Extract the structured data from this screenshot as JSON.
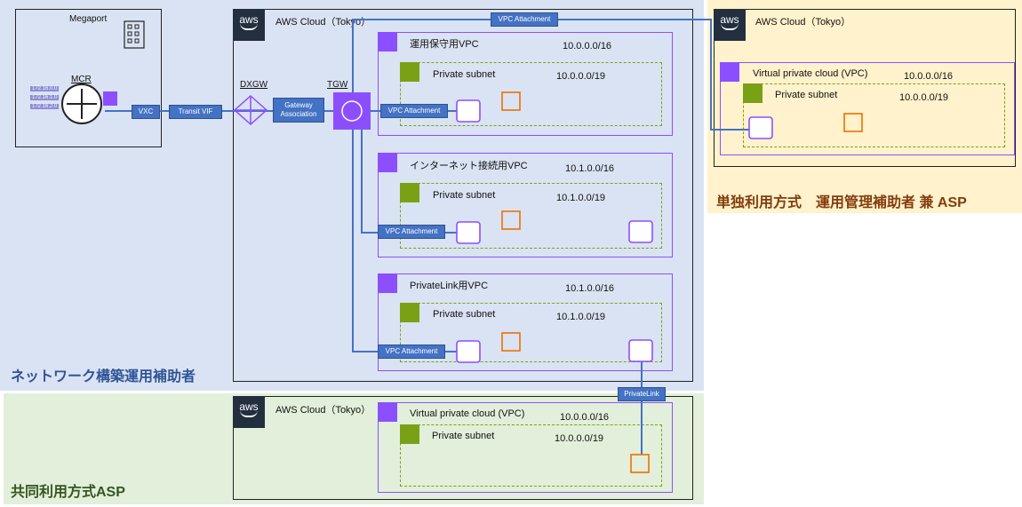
{
  "regions": {
    "network": "ネットワーク構築運用補助者",
    "shared": "共同利用方式ASP",
    "dedicated": "単独利用方式　運用管理補助者 兼 ASP"
  },
  "colors": {
    "network_bg": "#dae3f3",
    "shared_bg": "#e2efda",
    "dedicated_bg": "#fff2cc",
    "link": "#4472c4",
    "vpc": "#8c4fff",
    "subnet": "#7aa116",
    "ec2": "#ed7100"
  },
  "megaport": {
    "title": "Megaport",
    "mcr_label": "MCR",
    "ip_tags": [
      "172.16.0.0",
      "172.16.1.0",
      "172.16.2.0"
    ],
    "vxc": "VXC",
    "transit_vif": "Transit VIF"
  },
  "main_cloud": {
    "aws": "aws",
    "title": "AWS Cloud（Tokyo）",
    "dxgw": "DXGW",
    "gateway_association": "Gateway Association",
    "tgw": "TGW",
    "vpc_attachment_top": "VPC Attachment",
    "vpcs": [
      {
        "name": "運用保守用VPC",
        "cidr": "10.0.0.0/16",
        "subnet_name": "Private subnet",
        "subnet_cidr": "10.0.0.0/19",
        "attachment": "VPC Attachment"
      },
      {
        "name": "インターネット接続用VPC",
        "cidr": "10.1.0.0/16",
        "subnet_name": "Private subnet",
        "subnet_cidr": "10.1.0.0/19",
        "attachment": "VPC Attachment"
      },
      {
        "name": "PrivateLink用VPC",
        "cidr": "10.1.0.0/16",
        "subnet_name": "Private subnet",
        "subnet_cidr": "10.1.0.0/19",
        "attachment": "VPC Attachment"
      }
    ]
  },
  "shared_cloud": {
    "aws": "aws",
    "title": "AWS Cloud（Tokyo）",
    "privatelink": "PrivateLink",
    "vpc_name": "Virtual private cloud (VPC)",
    "vpc_cidr": "10.0.0.0/16",
    "subnet_name": "Private subnet",
    "subnet_cidr": "10.0.0.0/19"
  },
  "dedicated_cloud": {
    "aws": "aws",
    "title": "AWS Cloud（Tokyo）",
    "vpc_name": "Virtual private cloud (VPC)",
    "vpc_cidr": "10.0.0.0/16",
    "subnet_name": "Private subnet",
    "subnet_cidr": "10.0.0.0/19"
  }
}
